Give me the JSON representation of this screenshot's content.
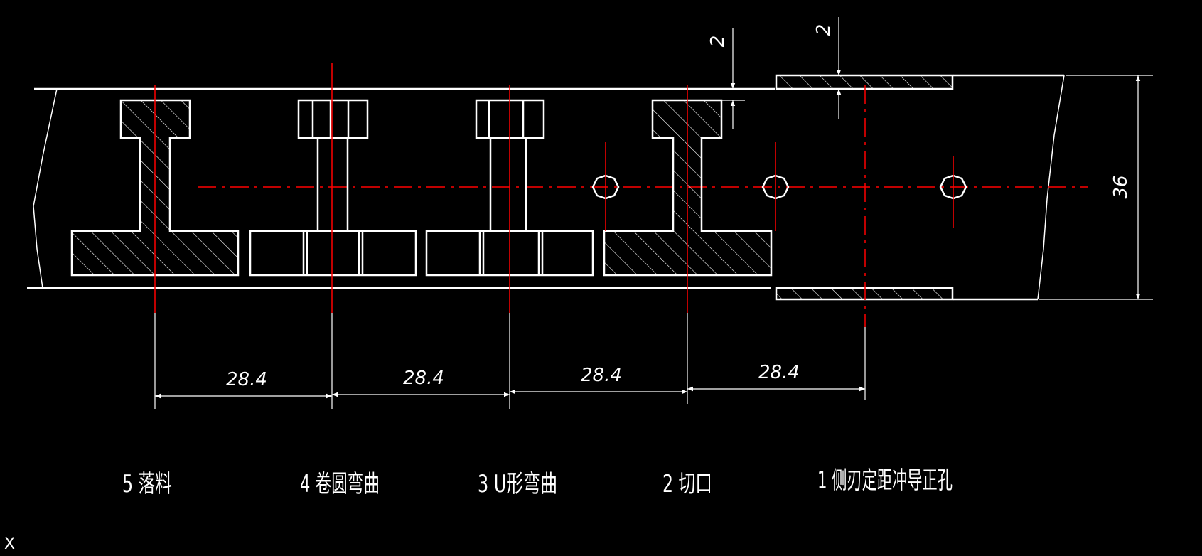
{
  "colors": {
    "background": "#000000",
    "line": "#ffffff",
    "centerline": "#ff0000",
    "hatch": "#ffffff"
  },
  "dimensions": {
    "pitch_1": "28.4",
    "pitch_2": "28.4",
    "pitch_3": "28.4",
    "pitch_4": "28.4",
    "strip_width": "36",
    "side_cut_left": "2",
    "side_cut_right": "2"
  },
  "stations": [
    {
      "label": "5 落料"
    },
    {
      "label": "4 卷圆弯曲"
    },
    {
      "label": "3 U形弯曲"
    },
    {
      "label": "2 切口"
    },
    {
      "label": "1 侧刃定距冲导正孔"
    }
  ],
  "ucs_marker": "X"
}
